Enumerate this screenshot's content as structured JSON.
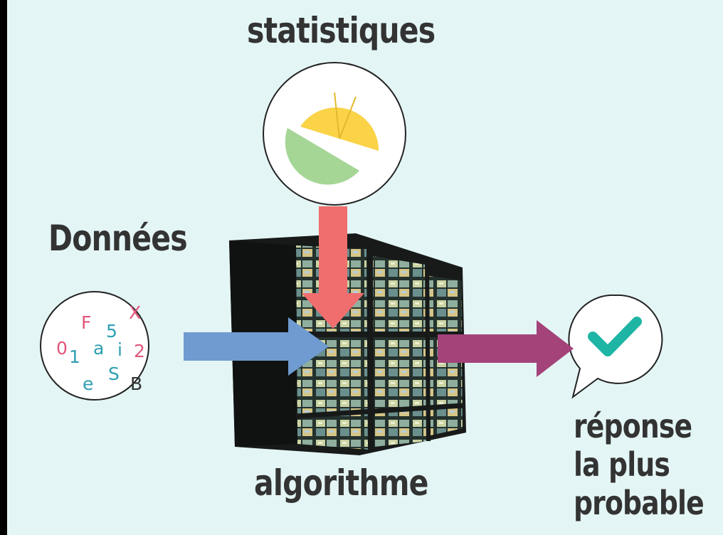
{
  "labels": {
    "statistics": "statistiques",
    "data": "Données",
    "algorithm": "algorithme",
    "answer_line1": "réponse",
    "answer_line2": "la plus",
    "answer_line3": "probable"
  },
  "data_glyphs": [
    "0",
    "1",
    "F",
    "a",
    "5",
    "X",
    "i",
    "2",
    "e",
    "S",
    "B"
  ],
  "colors": {
    "background": "#e4f5f5",
    "frame": "#000000",
    "text": "#333333",
    "arrow_statistics": "#f06e6e",
    "arrow_data": "#6f9bd0",
    "arrow_answer": "#a3437a",
    "check": "#1fb5a5",
    "pie_yellow": "#fad347",
    "pie_green": "#a5d696",
    "glyph_pink": "#e0567a",
    "glyph_teal": "#2e9fb0",
    "glyph_dark": "#333333"
  },
  "icons": [
    "pie-chart-icon",
    "server-rack-icon",
    "checkmark-icon",
    "speech-bubble-icon"
  ]
}
